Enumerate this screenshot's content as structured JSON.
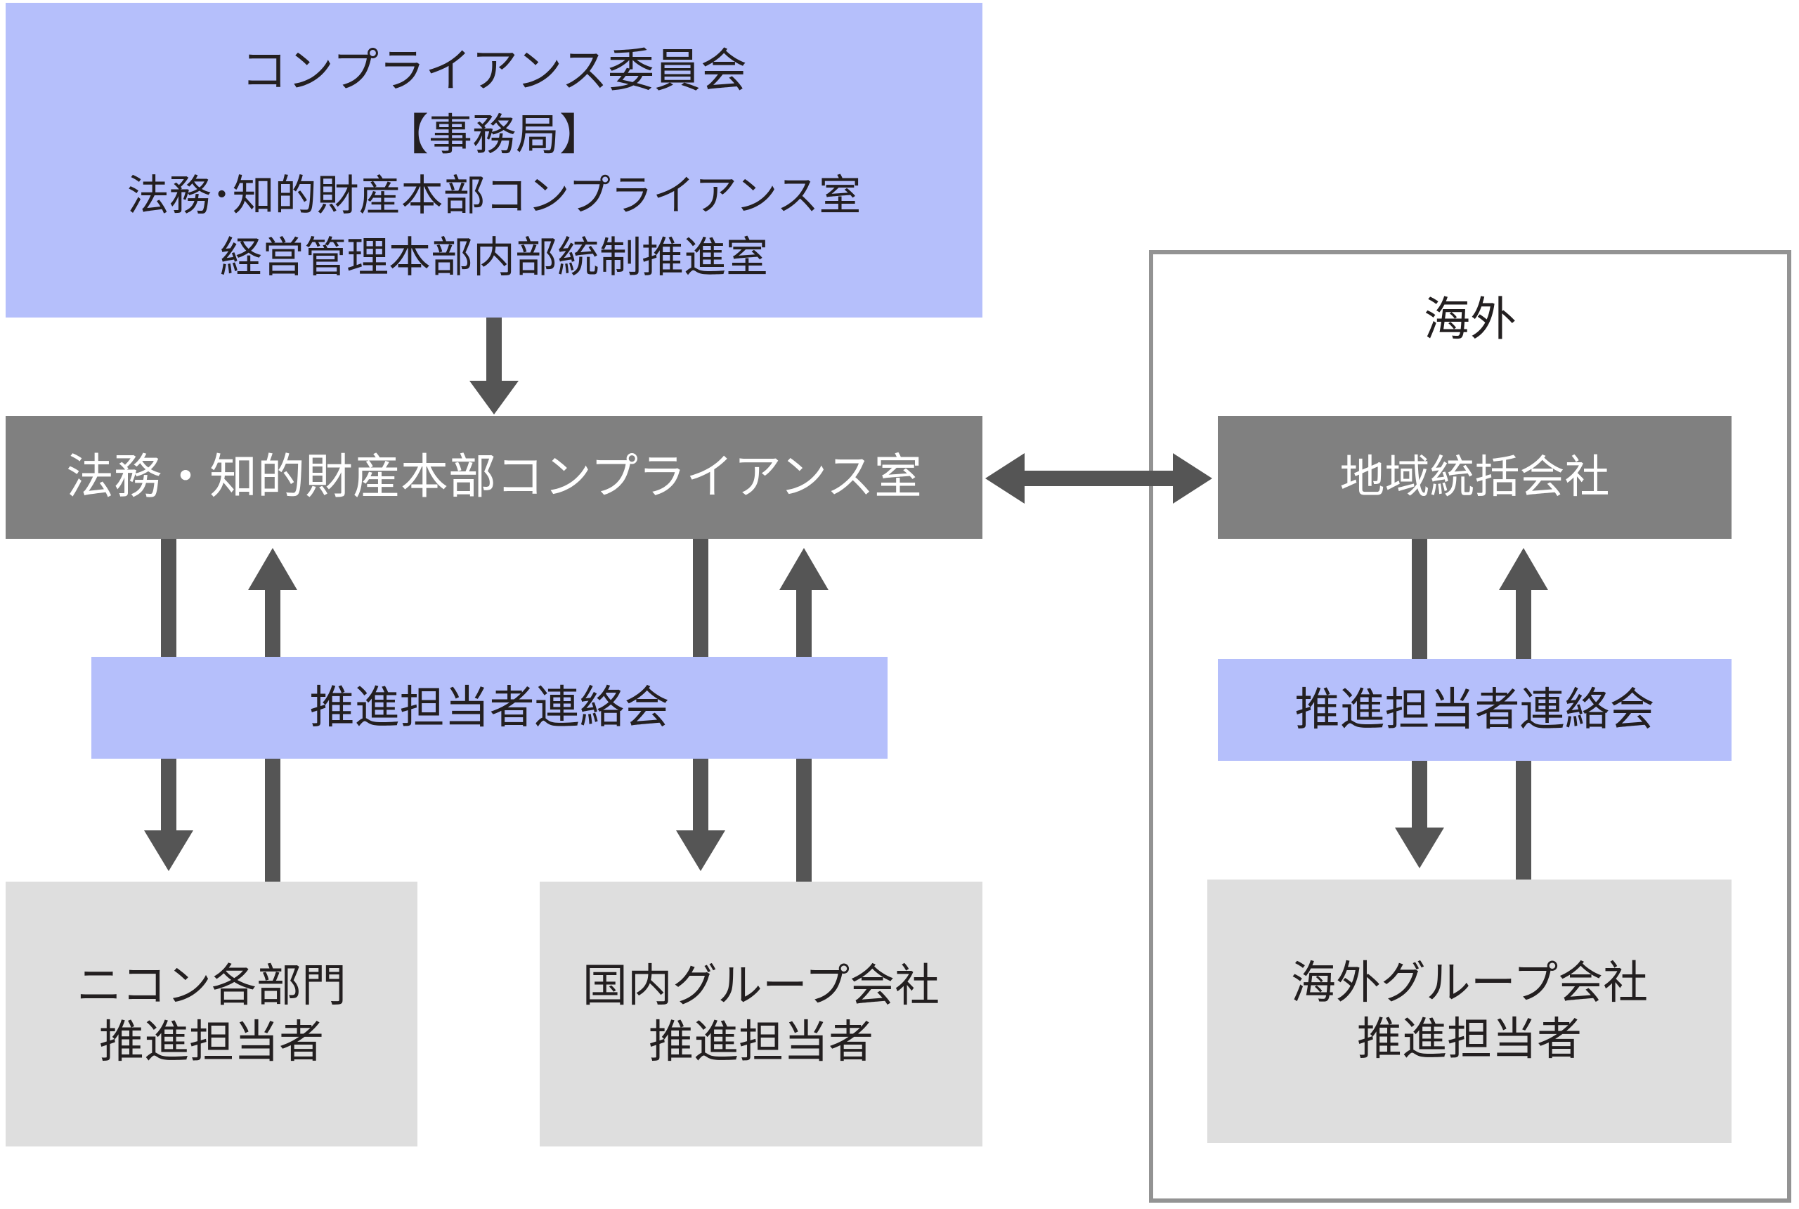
{
  "committee": {
    "title": "コンプライアンス委員会",
    "secretariat_label": "【事務局】",
    "office1": "法務･知的財産本部コンプライアンス室",
    "office2": "経営管理本部内部統制推進室"
  },
  "main_office": {
    "label": "法務・知的財産本部コンプライアンス室"
  },
  "liaison_domestic": {
    "label": "推進担当者連絡会"
  },
  "nikon_depts": {
    "line1": "ニコン各部門",
    "line2": "推進担当者"
  },
  "domestic_group": {
    "line1": "国内グループ会社",
    "line2": "推進担当者"
  },
  "overseas": {
    "title": "海外",
    "regional": {
      "label": "地域統括会社"
    },
    "liaison": {
      "label": "推進担当者連絡会"
    },
    "group": {
      "line1": "海外グループ会社",
      "line2": "推進担当者"
    }
  },
  "colors": {
    "lavender": "#b5bffb",
    "dark_gray": "#808080",
    "light_gray": "#dedede",
    "arrow": "#555555",
    "frame": "#939393"
  }
}
